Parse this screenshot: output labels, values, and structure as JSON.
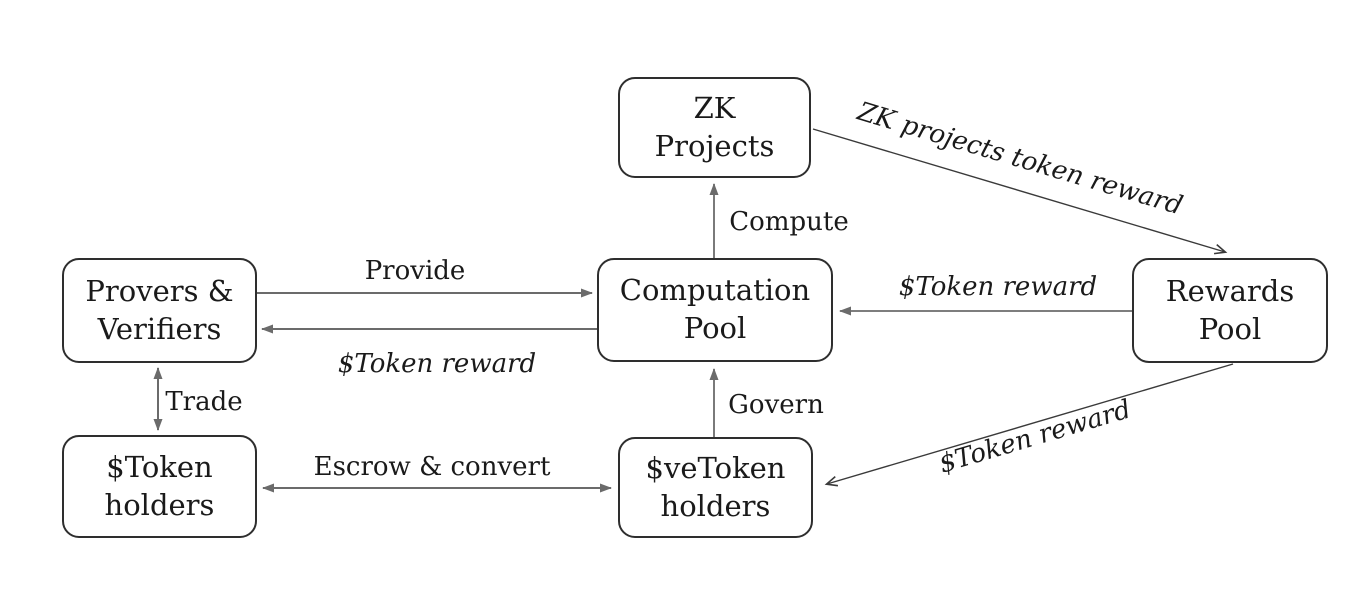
{
  "diagram": {
    "colors": {
      "background": "#ffffff",
      "text": "#1a1a1a",
      "box_border": "#2e2e2e",
      "arrow_gray": "#6b6b6b",
      "arrow_dark": "#3a3a3a"
    },
    "nodes": [
      {
        "id": "zk-projects",
        "label": "ZK\nProjects"
      },
      {
        "id": "provers-verifiers",
        "label": "Provers &\nVerifiers"
      },
      {
        "id": "computation-pool",
        "label": "Computation\nPool"
      },
      {
        "id": "rewards-pool",
        "label": "Rewards\nPool"
      },
      {
        "id": "token-holders",
        "label": "$Token\nholders"
      },
      {
        "id": "vetoken-holders",
        "label": "$veToken\nholders"
      }
    ],
    "edges": [
      {
        "id": "provide",
        "from": "provers-verifiers",
        "to": "computation-pool",
        "label": "Provide",
        "bidirectional": false,
        "label_style": "regular"
      },
      {
        "id": "token-reward-to-provers",
        "from": "computation-pool",
        "to": "provers-verifiers",
        "label": "$Token reward",
        "bidirectional": false,
        "label_style": "italic"
      },
      {
        "id": "compute",
        "from": "computation-pool",
        "to": "zk-projects",
        "label": "Compute",
        "bidirectional": false,
        "label_style": "regular"
      },
      {
        "id": "zk-projects-token-reward",
        "from": "zk-projects",
        "to": "rewards-pool",
        "label": "ZK projects token reward",
        "bidirectional": false,
        "label_style": "italic"
      },
      {
        "id": "token-reward-to-computation",
        "from": "rewards-pool",
        "to": "computation-pool",
        "label": "$Token reward",
        "bidirectional": false,
        "label_style": "italic"
      },
      {
        "id": "govern",
        "from": "vetoken-holders",
        "to": "computation-pool",
        "label": "Govern",
        "bidirectional": false,
        "label_style": "regular"
      },
      {
        "id": "trade",
        "from": "provers-verifiers",
        "to": "token-holders",
        "label": "Trade",
        "bidirectional": true,
        "label_style": "regular"
      },
      {
        "id": "escrow-convert",
        "from": "token-holders",
        "to": "vetoken-holders",
        "label": "Escrow & convert",
        "bidirectional": true,
        "label_style": "regular"
      },
      {
        "id": "token-reward-to-vetoken",
        "from": "rewards-pool",
        "to": "vetoken-holders",
        "label": "$Token reward",
        "bidirectional": false,
        "label_style": "italic"
      }
    ]
  }
}
